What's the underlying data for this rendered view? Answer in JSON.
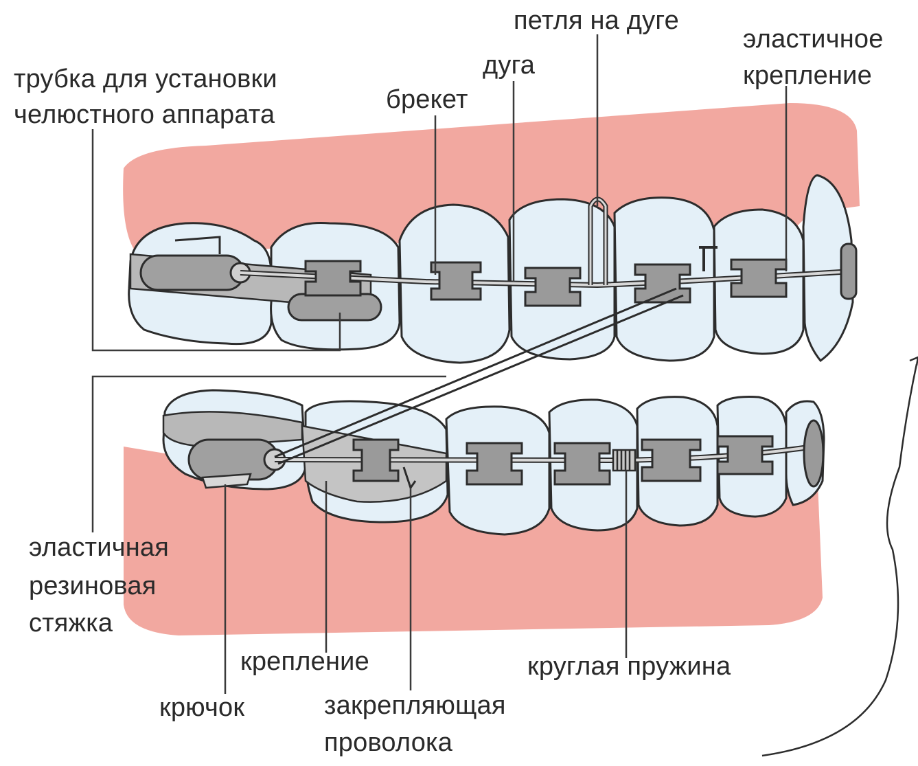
{
  "labels": {
    "tube": [
      "трубка для установки",
      "челюстного аппарата"
    ],
    "bracket": "брекет",
    "arch": "дуга",
    "loop": "петля на дуге",
    "elastic_attachment": [
      "эластичное",
      "крепление"
    ],
    "elastic_band": [
      "эластичная",
      "резиновая",
      "стяжка"
    ],
    "attachment": "крепление",
    "hook": "крючок",
    "ligature_wire": [
      "закрепляющая",
      "проволока"
    ],
    "coil_spring": "круглая пружина"
  },
  "colors": {
    "gum": "#f2a8a0",
    "tooth": "#e4f0f8",
    "tooth_outline": "#2c2c2c",
    "metal": "#9a9a9a",
    "metal_dark": "#6e6e6e",
    "leader": "#3a3a3a"
  }
}
